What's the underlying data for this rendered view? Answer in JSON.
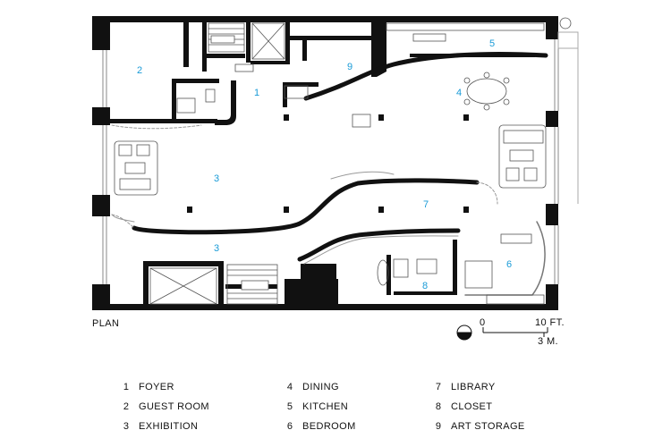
{
  "plan_label": "PLAN",
  "scale": {
    "zero": "0",
    "feet": "10 FT.",
    "meters": "3 M."
  },
  "rooms_on_plan": [
    "1",
    "2",
    "3",
    "3",
    "4",
    "5",
    "6",
    "7",
    "8",
    "9"
  ],
  "legend": [
    {
      "num": "1",
      "name": "FOYER"
    },
    {
      "num": "2",
      "name": "GUEST ROOM"
    },
    {
      "num": "3",
      "name": "EXHIBITION"
    },
    {
      "num": "4",
      "name": "DINING"
    },
    {
      "num": "5",
      "name": "KITCHEN"
    },
    {
      "num": "6",
      "name": "BEDROOM"
    },
    {
      "num": "7",
      "name": "LIBRARY"
    },
    {
      "num": "8",
      "name": "CLOSET"
    },
    {
      "num": "9",
      "name": "ART STORAGE"
    }
  ],
  "colors": {
    "wall": "#111111",
    "room_number": "#1a9bd7",
    "furniture": "#555555"
  }
}
